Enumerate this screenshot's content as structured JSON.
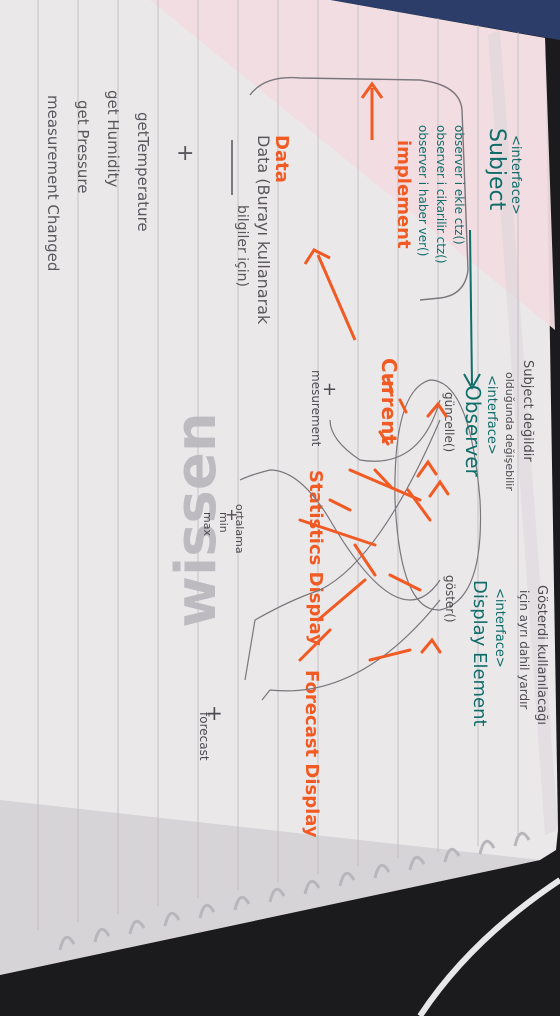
{
  "photo": {
    "description": "Photo of a spiral notebook page, rotated 90 degrees, with handwritten UML-style Observer pattern notes",
    "colors": {
      "paper": "#ece9ec",
      "paper_pink": "#f2dde2",
      "pencil": "#6d6a6f",
      "teal_pen": "#0f6d6a",
      "orange_pen": "#f15a23",
      "watermark": "#b9b7bb"
    }
  },
  "notes": {
    "left_column": {
      "interface": "<interface>",
      "subject": "Subject",
      "methods": [
        "observer i ekle ctz()",
        "observer i cikarilir ctz()",
        "observer i haber ver()"
      ],
      "implement": "implement",
      "data_head": "Data (Burayı kullanarak",
      "data_tail": "bilgiler için)",
      "plus": "+",
      "getters": [
        "getTemperature",
        "get Humidity",
        "get Pressure",
        "measurement Changed"
      ]
    },
    "middle": {
      "note_1": "Subject değildir",
      "note_2": "olduğunda değişebilir",
      "observer_interface": "<interface>",
      "observer": "Observer",
      "observer_method": "güncelle()",
      "current": "Current",
      "current_plus": "+",
      "current_field": "mesurement",
      "statistics": "Statistics Display",
      "stat_plus": "+",
      "stat_fields": [
        "ortalama",
        "min",
        "max"
      ]
    },
    "right": {
      "note_1": "Gösterdi kullanılacağı",
      "note_2": "için ayrı dahil yardır",
      "display_interface": "<interface>",
      "display": "Display Element",
      "display_method": "göster()",
      "forecast": "Forecast Display",
      "forecast_plus": "+",
      "forecast_field": "forecast"
    },
    "watermark": "wissen"
  }
}
